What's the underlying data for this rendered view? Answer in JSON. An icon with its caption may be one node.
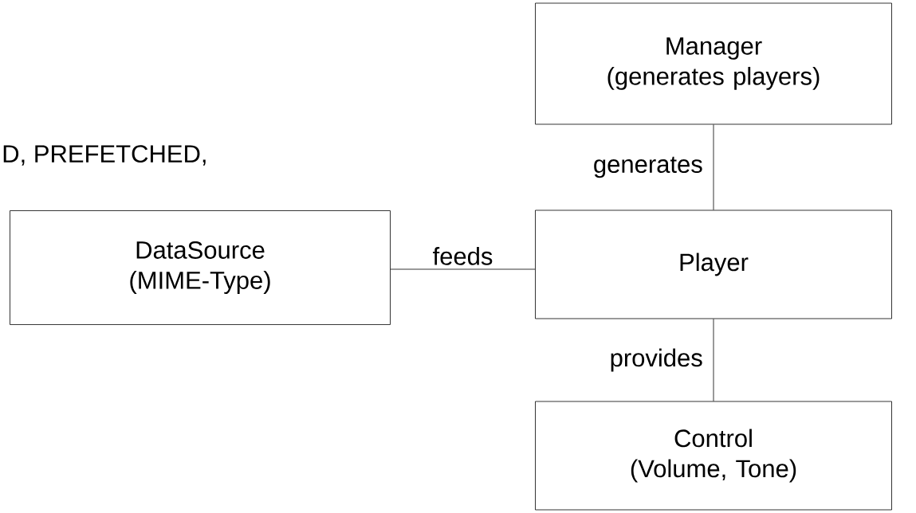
{
  "diagram": {
    "nodes": [
      {
        "text": [
          "Manager (generates players)"
        ]
      },
      {
        "text": [
          "DataSource (MIME-Type)"
        ]
      },
      {
        "text": [
          "Player"
        ]
      },
      {
        "text": [
          "Control (Volume, Tone)"
        ]
      }
    ],
    "edges": [
      {
        "from": 0,
        "to": 2,
        "arrow": "none",
        "label": "generates"
      },
      {
        "from": 1,
        "to": 2,
        "arrow": "none",
        "label": "feeds"
      },
      {
        "from": 2,
        "to": 3,
        "arrow": "none",
        "label": "provides"
      }
    ],
    "labels": [
      "D, PREFETCHED,"
    ]
  }
}
